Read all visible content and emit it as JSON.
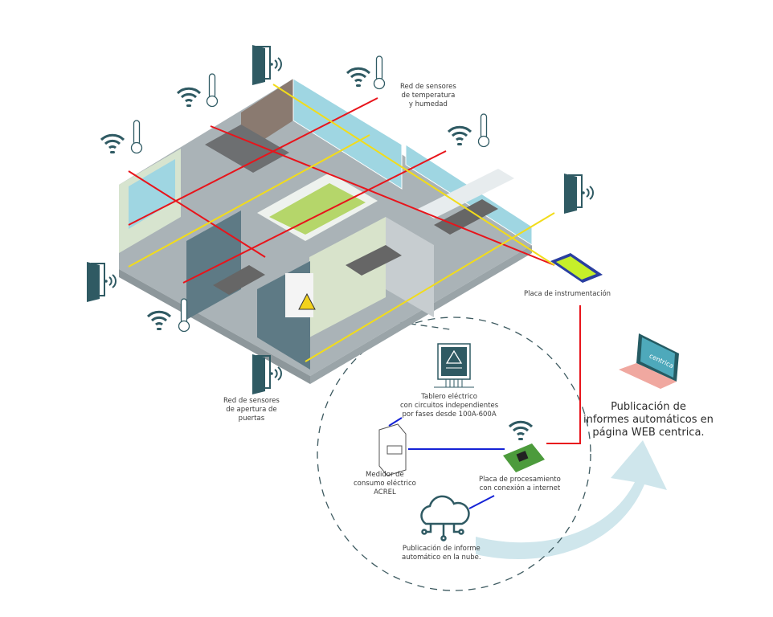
{
  "labels": {
    "temp_sensors": [
      "Red de sensores",
      "de temperatura",
      "y humedad"
    ],
    "instrumentation": "Placa de instrumentación",
    "door_sensors": [
      "Red de sensores",
      "de apertura de",
      "puertas"
    ],
    "panel": [
      "Tablero eléctrico",
      "con circuitos independientes",
      "por fases desde 100A-600A"
    ],
    "meter": [
      "Medidor de",
      "consumo eléctrico",
      "ACREL"
    ],
    "processing": [
      "Placa de procesamiento",
      "con conexión a internet"
    ],
    "cloud": [
      "Publicación de informe",
      "automático en la nube."
    ],
    "web": [
      "Publicación de",
      "informes automáticos en",
      "página WEB centrica."
    ]
  },
  "logo_text": "centrica",
  "colors": {
    "red_line": "#e8141b",
    "yellow_line": "#f2dc1a",
    "blue_line": "#1523d6",
    "icon": "#2f5a63",
    "arrow": "#cfe6ec",
    "window": "#9fd6e2",
    "floor": "#a9b2b6"
  }
}
